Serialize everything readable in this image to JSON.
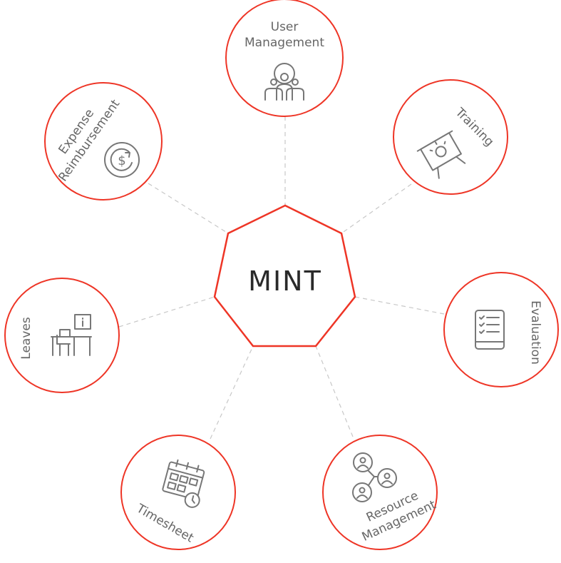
{
  "center": {
    "title": "MINT"
  },
  "colors": {
    "accent": "#ee3526",
    "text": "#666666",
    "connector": "#c8c8c8"
  },
  "modules": [
    {
      "id": "user-management",
      "lines": [
        "User",
        "Management"
      ],
      "icon": "user-gear-icon"
    },
    {
      "id": "training",
      "lines": [
        "Training"
      ],
      "icon": "presentation-board-icon"
    },
    {
      "id": "evaluation",
      "lines": [
        "Evaluation"
      ],
      "icon": "checklist-tablet-icon"
    },
    {
      "id": "resource-management",
      "lines": [
        "Resource",
        "Management"
      ],
      "icon": "people-network-icon"
    },
    {
      "id": "timesheet",
      "lines": [
        "Timesheet"
      ],
      "icon": "calendar-clock-icon"
    },
    {
      "id": "leaves",
      "lines": [
        "Leaves"
      ],
      "icon": "desk-chair-icon"
    },
    {
      "id": "expense-reimbursement",
      "lines": [
        "Expense",
        "Reimbursement"
      ],
      "icon": "refund-dollar-icon"
    }
  ]
}
